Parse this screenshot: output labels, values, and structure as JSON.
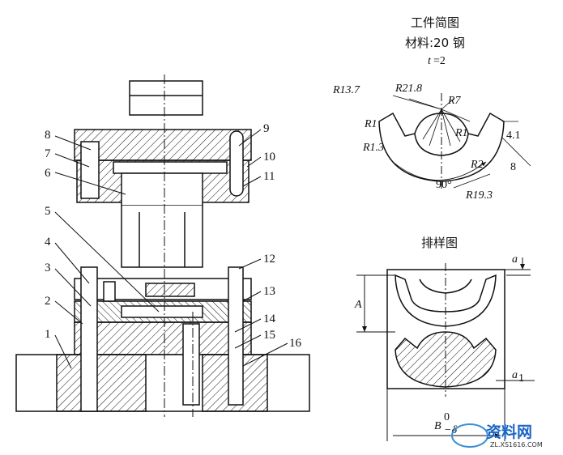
{
  "part_numbers": [
    "1",
    "2",
    "3",
    "4",
    "5",
    "6",
    "7",
    "8",
    "9",
    "10",
    "11",
    "12",
    "13",
    "14",
    "15",
    "16"
  ],
  "workpiece": {
    "title": "工件简图",
    "material": "材料:20 钢",
    "thickness_var": "t",
    "thickness_eq": "=2",
    "dims": {
      "r13_7": "R13.7",
      "r21_8": "R21.8",
      "r7": "R7",
      "r1_a": "R1",
      "r1_3": "R1.3",
      "r1_b": "R1",
      "r2": "R2",
      "r19_3": "R19.3",
      "d4_1": "4.1",
      "d8": "8",
      "ang90": "90°"
    }
  },
  "layout_drawing": {
    "title": "排样图",
    "a": "a",
    "A": "A",
    "a1": "a",
    "a1_sub": "1",
    "B": "B",
    "B_sup": "0",
    "B_sub": "−δ"
  },
  "watermark": {
    "text": "资料网",
    "url": "ZL.XS1616.COM"
  },
  "colors": {
    "ink": "#111111",
    "watermark": "#1a66c4"
  }
}
